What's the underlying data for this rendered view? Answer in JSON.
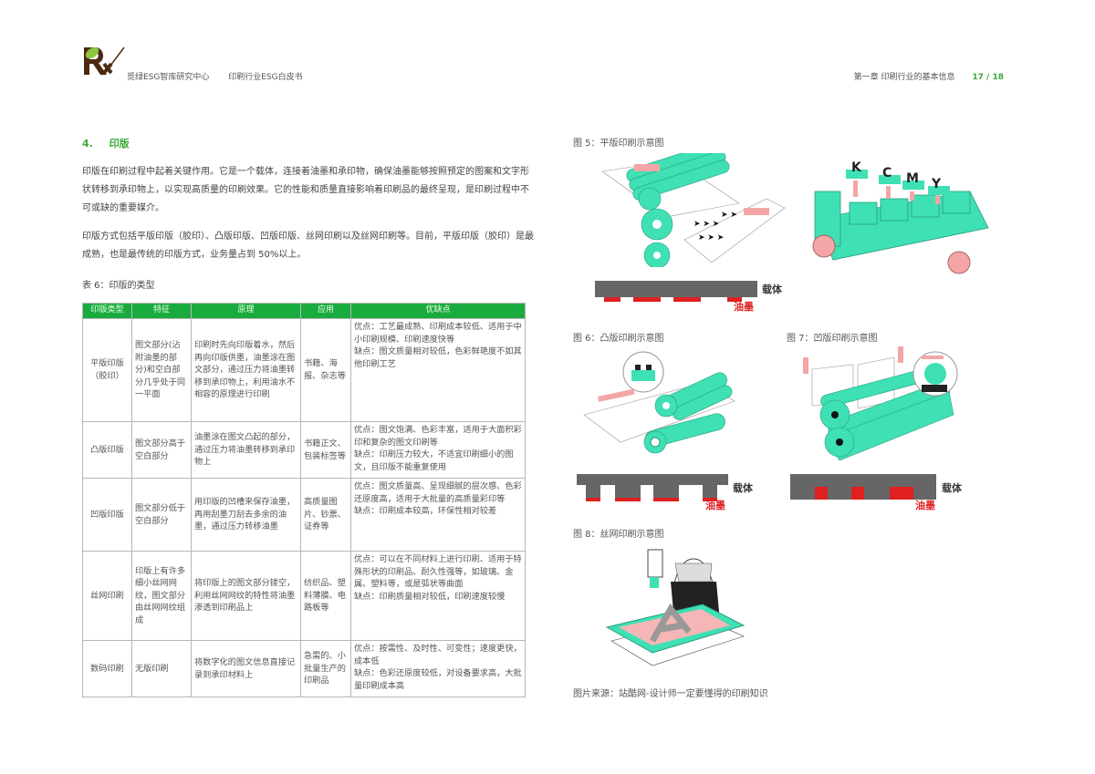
{
  "header": {
    "org": "觅绿ESG智库研究中心",
    "doc_title": "印刷行业ESG白皮书",
    "chapter": "第一章  印刷行业的基本信息",
    "page": "17 / 18",
    "logo_text": "Rx",
    "accent_color": "#3aa935"
  },
  "section": {
    "number": "4.",
    "title": "印版",
    "paragraphs": [
      "印版在印刷过程中起着关键作用。它是一个载体，连接着油墨和承印物，确保油墨能够按照预定的图案和文字形状转移到承印物上，以实现高质量的印刷效果。它的性能和质量直接影响着印刷品的最终呈现，是印刷过程中不可或缺的重要媒介。",
      "印版方式包括平版印版（胶印）、凸版印版、凹版印版、丝网印刷以及丝网印刷等。目前，平版印版（胶印）是最成熟，也是最传统的印版方式，业务量占到 50%以上。"
    ]
  },
  "table": {
    "caption": "表 6：印版的类型",
    "header_color": "#1aab3e",
    "columns": [
      "印版类型",
      "特征",
      "原理",
      "应用",
      "优缺点"
    ],
    "rows": [
      {
        "type": "平版印版（胶印）",
        "feature": "图文部分(沾附油墨的部分)和空白部分几乎处于同一平面",
        "principle": "印刷时先向印版着水，然后再向印版供墨，油墨涂在图文部分，通过压力将油墨转移到承印物上，利用油水不相容的原理进行印刷",
        "application": "书籍、海报、杂志等",
        "pros": "优点：工艺最成熟、印刷成本较低、适用于中小印刷规模、印刷速度快等",
        "cons": "缺点：图文质量相对较低，色彩鲜艳度不如其他印刷工艺"
      },
      {
        "type": "凸版印版",
        "feature": "图文部分高于空白部分",
        "principle": "油墨涂在图文凸起的部分，通过压力将油墨转移到承印物上",
        "application": "书籍正文、包装标签等",
        "pros": "优点：图文饱满、色彩丰富，适用于大面积彩印和复杂的图文印刷等",
        "cons": "缺点：印刷压力较大，不适宜印刷细小的图文，且印版不能重复使用"
      },
      {
        "type": "凹版印版",
        "feature": "图文部分低于空白部分",
        "principle": "用印版的凹槽来保存油墨，再用刮墨刀刮去多余的油墨，通过压力转移油墨",
        "application": "高质量图片、钞票、证券等",
        "pros": "优点：图文质量高、呈现细腻的层次感、色彩还原度高，适用于大批量的高质量彩印等",
        "cons": "缺点：印刷成本较高，环保性相对较差"
      },
      {
        "type": "丝网印刷",
        "feature": "印版上有许多细小丝网网纹，图文部分由丝网网纹组成",
        "principle": "将印版上的图文部分镂空，利用丝网网纹的特性将油墨渗透到印刷品上",
        "application": "纺织品、塑料薄膜、电路板等",
        "pros": "优点：可以在不同材料上进行印刷、适用于特殊形状的印刷品、耐久性强等，如玻璃、金属、塑料等，或是弧状等曲面",
        "cons": "缺点：印刷质量相对较低，印刷速度较慢"
      },
      {
        "type": "数码印刷",
        "feature": "无版印刷",
        "principle": "将数字化的图文信息直接记录到承印材料上",
        "application": "急需的、小批量生产的印刷品",
        "pros": "优点：按需性、及时性、可变性；速度更快，成本低",
        "cons": "缺点：色彩还原度较低，对设备要求高，大批量印刷成本高"
      }
    ]
  },
  "figures": {
    "fig5": {
      "caption": "图 5：平版印刷示意图",
      "cmyk_labels": [
        "K",
        "C",
        "M",
        "Y"
      ]
    },
    "fig6": {
      "caption": "图 6：凸版印刷示意图"
    },
    "fig7": {
      "caption": "图 7：凹版印刷示意图"
    },
    "fig8": {
      "caption": "图 8：丝网印刷示意图"
    },
    "carrier_label": "载体",
    "ink_label": "油墨",
    "machine_color": "#3ee0b4",
    "ink_color": "#e02020",
    "source": "图片来源：站酷网-设计师一定要懂得的印刷知识"
  }
}
